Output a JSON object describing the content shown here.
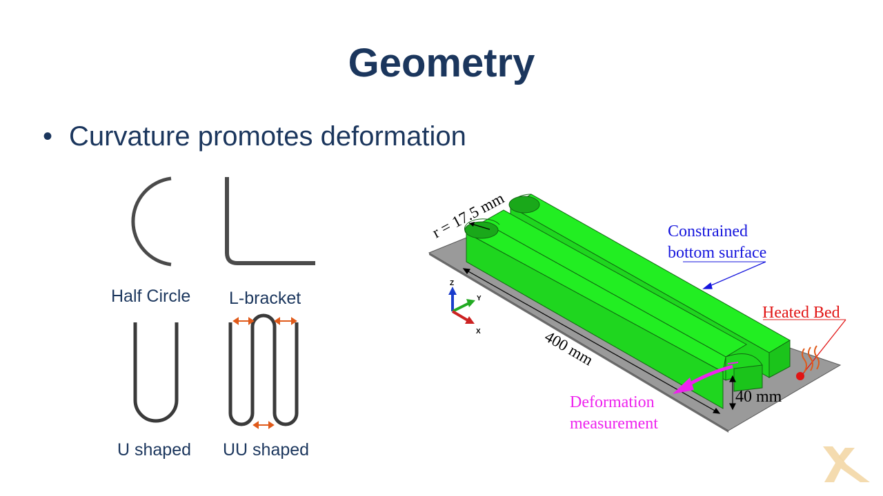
{
  "slide": {
    "title": "Geometry",
    "bullet": "Curvature promotes deformation"
  },
  "shapes": {
    "half_circle": "Half Circle",
    "l_bracket": "L-bracket",
    "u_shaped": "U shaped",
    "uu_shaped": "UU shaped"
  },
  "diagram": {
    "radius": "r = 17.5 mm",
    "length": "400 mm",
    "height": "40 mm",
    "constrained_line1": "Constrained",
    "constrained_line2": "bottom surface",
    "heated_bed": "Heated Bed",
    "deformation_line1": "Deformation",
    "deformation_line2": "measurement",
    "axis_z": "Z",
    "axis_y": "Y",
    "axis_x": "X"
  },
  "colors": {
    "title": "#1b365d",
    "part_green": "#22ee22",
    "bed_gray": "#9a9a9a",
    "constrained_blue": "#1515dd",
    "heated_red": "#e11414",
    "deformation_magenta": "#ee22ee",
    "arrow_orange": "#e05a1a",
    "logo_gold": "#f3d7a6"
  }
}
